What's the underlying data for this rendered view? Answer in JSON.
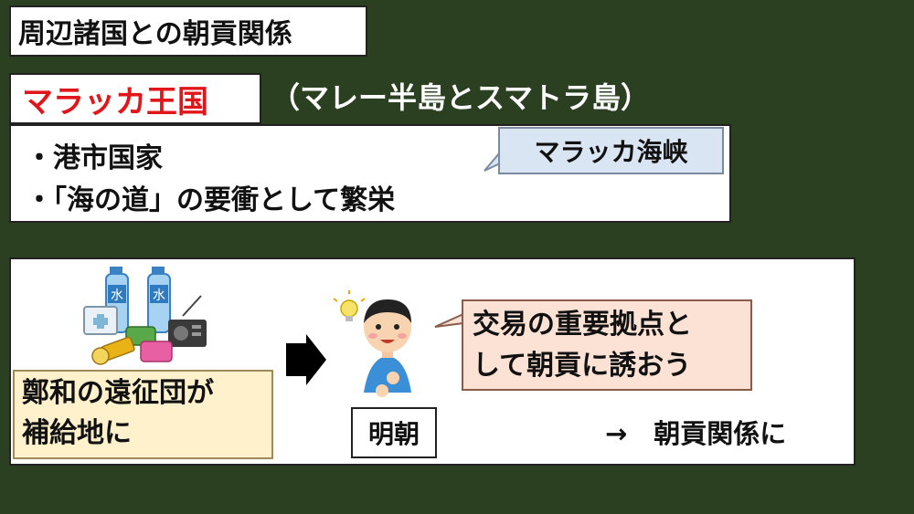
{
  "title": "周辺諸国との朝貢関係",
  "kingdom": {
    "name": "マラッカ王国",
    "location": "（マレー半島とスマトラ島）"
  },
  "info": {
    "bullet1": "・港市国家",
    "bullet2": "・「海の道」の要衝として繁栄",
    "strait_callout": "マラッカ海峡"
  },
  "lower": {
    "zheng_line1": "鄭和の遠征団が",
    "zheng_line2": "補給地に",
    "ming_label": "明朝",
    "trade_line1": "交易の重要拠点と",
    "trade_line2": "して朝貢に誘おう",
    "result": "→　朝貢関係に"
  },
  "icons": {
    "water_bottle_glyph": "水",
    "supplies": "emergency-supplies-illustration",
    "arrow": "right-arrow-icon",
    "person": "man-idea-illustration"
  },
  "colors": {
    "background": "#2b4021",
    "kingdom_red": "#e0161a",
    "strait_blue": "#d9e5f2",
    "zheng_cream": "#fff1cc",
    "trade_pink": "#fbe2d4"
  }
}
